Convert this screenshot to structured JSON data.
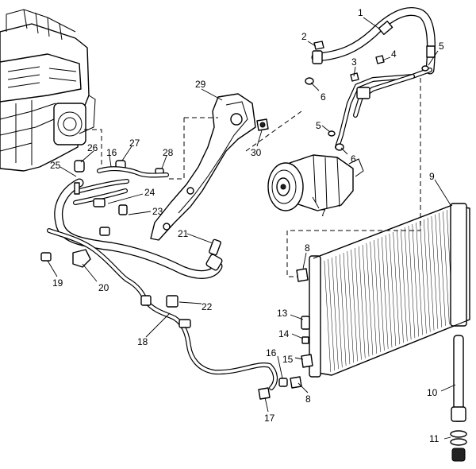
{
  "diagram": {
    "callouts": [
      {
        "id": "c1",
        "text": "1"
      },
      {
        "id": "c2",
        "text": "2"
      },
      {
        "id": "c3",
        "text": "3"
      },
      {
        "id": "c4",
        "text": "4"
      },
      {
        "id": "c5",
        "text": "5"
      },
      {
        "id": "c6a",
        "text": "6"
      },
      {
        "id": "c5b",
        "text": "5"
      },
      {
        "id": "c6b",
        "text": "6"
      },
      {
        "id": "c7",
        "text": "7"
      },
      {
        "id": "c8a",
        "text": "8"
      },
      {
        "id": "c8b",
        "text": "8"
      },
      {
        "id": "c9",
        "text": "9"
      },
      {
        "id": "c10",
        "text": "10"
      },
      {
        "id": "c11",
        "text": "11"
      },
      {
        "id": "c13",
        "text": "13"
      },
      {
        "id": "c14",
        "text": "14"
      },
      {
        "id": "c15",
        "text": "15"
      },
      {
        "id": "c16a",
        "text": "16"
      },
      {
        "id": "c16b",
        "text": "16"
      },
      {
        "id": "c17",
        "text": "17"
      },
      {
        "id": "c18",
        "text": "18"
      },
      {
        "id": "c19",
        "text": "19"
      },
      {
        "id": "c20",
        "text": "20"
      },
      {
        "id": "c21",
        "text": "21"
      },
      {
        "id": "c22",
        "text": "22"
      },
      {
        "id": "c23",
        "text": "23"
      },
      {
        "id": "c24",
        "text": "24"
      },
      {
        "id": "c25",
        "text": "25"
      },
      {
        "id": "c26",
        "text": "26"
      },
      {
        "id": "c27",
        "text": "27"
      },
      {
        "id": "c28",
        "text": "28"
      },
      {
        "id": "c29",
        "text": "29"
      },
      {
        "id": "c30",
        "text": "30"
      }
    ]
  }
}
